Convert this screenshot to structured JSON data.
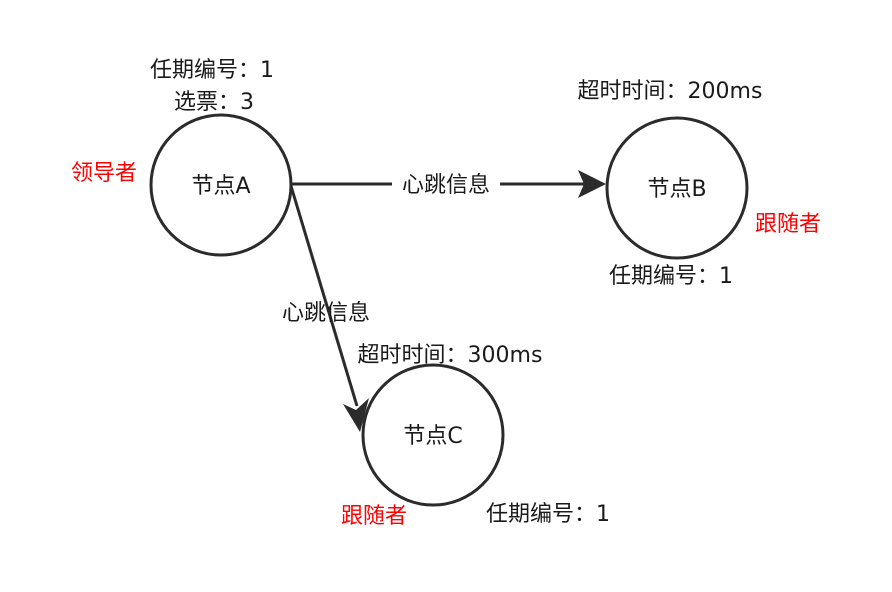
{
  "nodes": {
    "a": {
      "name": "节点A",
      "role": "领导者",
      "term": "任期编号：1",
      "votes": "选票：3"
    },
    "b": {
      "name": "节点B",
      "role": "跟随者",
      "term": "任期编号：1",
      "timeout": "超时时间：200ms"
    },
    "c": {
      "name": "节点C",
      "role": "跟随者",
      "term": "任期编号：1",
      "timeout": "超时时间：300ms"
    }
  },
  "edges": {
    "a_to_b": {
      "label": "心跳信息"
    },
    "a_to_c": {
      "label": "心跳信息"
    }
  },
  "colors": {
    "role": "#ff0000",
    "stroke": "#2b2b2b",
    "text": "#1a1a1a"
  }
}
